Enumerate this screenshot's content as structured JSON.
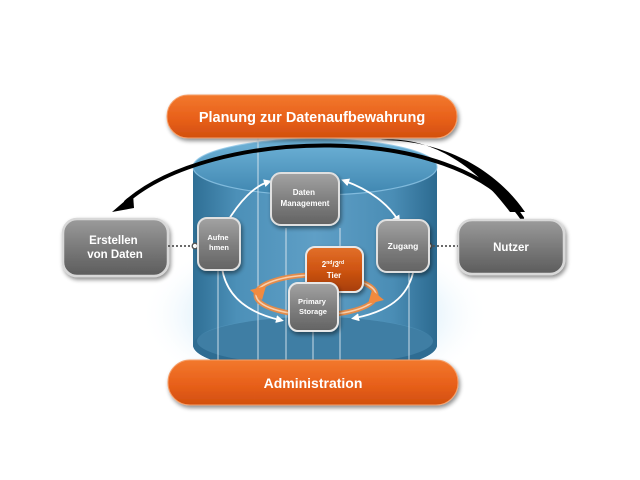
{
  "diagram": {
    "top_banner": "Planung zur Datenaufbewahrung",
    "bottom_banner": "Administration",
    "left_box": [
      "Erstellen",
      "von Daten"
    ],
    "right_box": "Nutzer",
    "nodes": {
      "aufnehmen": [
        "Aufne",
        "hmen"
      ],
      "daten_management": [
        "Daten",
        "Management"
      ],
      "zugang": "Zugang",
      "primary_storage": [
        "Primary",
        "Storage"
      ],
      "tier": {
        "line1_a": "2",
        "line1_sup_a": "nd",
        "line1_sep": "/3",
        "line1_sup_b": "rd",
        "line2": "Tier"
      }
    }
  }
}
